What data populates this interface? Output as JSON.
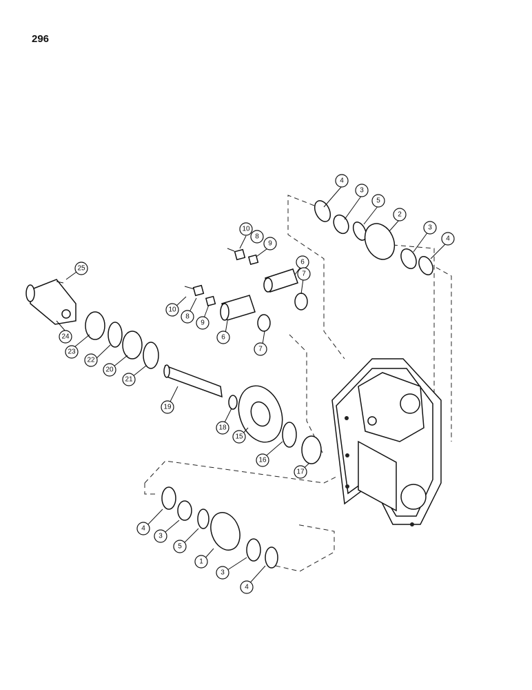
{
  "page": {
    "number": "296"
  },
  "callouts": [
    {
      "id": "c-4a",
      "label": "4"
    },
    {
      "id": "c-3a",
      "label": "3"
    },
    {
      "id": "c-5a",
      "label": "5"
    },
    {
      "id": "c-2",
      "label": "2"
    },
    {
      "id": "c-3b",
      "label": "3"
    },
    {
      "id": "c-4b",
      "label": "4"
    },
    {
      "id": "c-10a",
      "label": "10"
    },
    {
      "id": "c-8a",
      "label": "8"
    },
    {
      "id": "c-9a",
      "label": "9"
    },
    {
      "id": "c-6a",
      "label": "6"
    },
    {
      "id": "c-7a",
      "label": "7"
    },
    {
      "id": "c-25",
      "label": "25"
    },
    {
      "id": "c-24",
      "label": "24"
    },
    {
      "id": "c-23",
      "label": "23"
    },
    {
      "id": "c-22",
      "label": "22"
    },
    {
      "id": "c-20",
      "label": "20"
    },
    {
      "id": "c-21",
      "label": "21"
    },
    {
      "id": "c-10b",
      "label": "10"
    },
    {
      "id": "c-8b",
      "label": "8"
    },
    {
      "id": "c-9b",
      "label": "9"
    },
    {
      "id": "c-6b",
      "label": "6"
    },
    {
      "id": "c-7b",
      "label": "7"
    },
    {
      "id": "c-19",
      "label": "19"
    },
    {
      "id": "c-18",
      "label": "18"
    },
    {
      "id": "c-15",
      "label": "15"
    },
    {
      "id": "c-16",
      "label": "16"
    },
    {
      "id": "c-17",
      "label": "17"
    },
    {
      "id": "c-4c",
      "label": "4"
    },
    {
      "id": "c-3c",
      "label": "3"
    },
    {
      "id": "c-5b",
      "label": "5"
    },
    {
      "id": "c-1",
      "label": "1"
    },
    {
      "id": "c-3d",
      "label": "3"
    },
    {
      "id": "c-4d",
      "label": "4"
    }
  ]
}
